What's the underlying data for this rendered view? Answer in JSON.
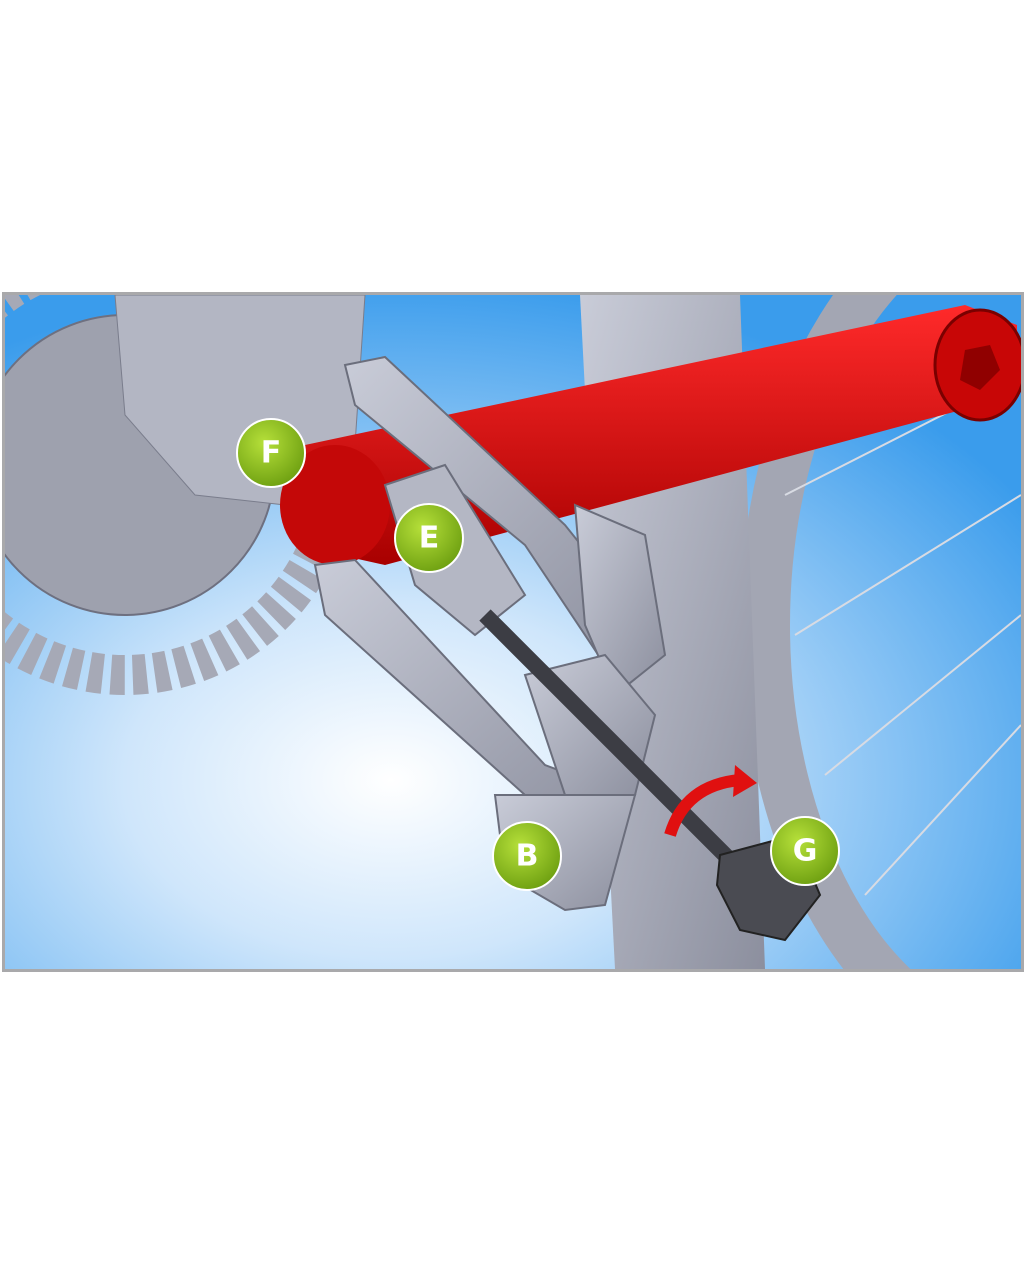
{
  "callouts": [
    {
      "id": "F",
      "text": "F"
    },
    {
      "id": "E",
      "text": "E"
    },
    {
      "id": "B",
      "text": "B"
    },
    {
      "id": "G",
      "text": "G"
    }
  ],
  "colors": {
    "background_light": "#ffffff",
    "background_sky": "#3a9cec",
    "crank_arm": "#d40a0a",
    "metal": "#a8abb8",
    "callout_green": "#8cc21a",
    "rotation_arrow": "#e01010",
    "frame_border": "#a9a9ab"
  }
}
